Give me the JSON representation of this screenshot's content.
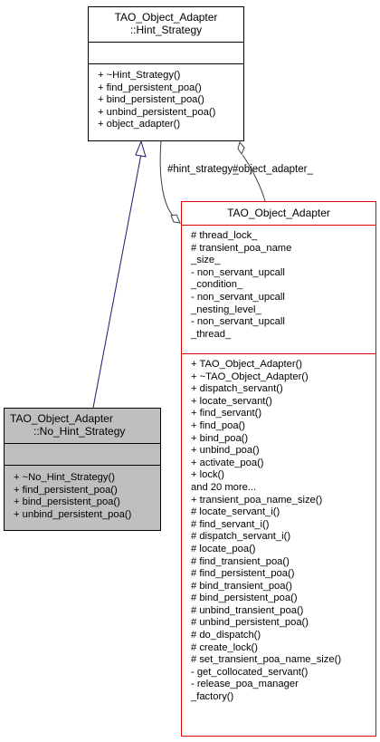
{
  "diagram": {
    "hint_strategy": {
      "title_line1": "TAO_Object_Adapter",
      "title_line2": "::Hint_Strategy",
      "attributes": [],
      "operations": [
        "+ ~Hint_Strategy()",
        "+ find_persistent_poa()",
        "+ bind_persistent_poa()",
        "+ unbind_persistent_poa()",
        "+ object_adapter()"
      ]
    },
    "no_hint_strategy": {
      "title_line1": "TAO_Object_Adapter",
      "title_line2": "::No_Hint_Strategy",
      "attributes": [],
      "operations": [
        "+ ~No_Hint_Strategy()",
        "+ find_persistent_poa()",
        "+ bind_persistent_poa()",
        "+ unbind_persistent_poa()"
      ]
    },
    "object_adapter": {
      "title": "TAO_Object_Adapter",
      "attributes": [
        "# thread_lock_",
        "# transient_poa_name",
        "_size_",
        "- non_servant_upcall",
        "_condition_",
        "- non_servant_upcall",
        "_nesting_level_",
        "- non_servant_upcall",
        "_thread_"
      ],
      "operations": [
        "+ TAO_Object_Adapter()",
        "+ ~TAO_Object_Adapter()",
        "+ dispatch_servant()",
        "+ locate_servant()",
        "+ find_servant()",
        "+ find_poa()",
        "+ bind_poa()",
        "+ unbind_poa()",
        "+ activate_poa()",
        "+ lock()",
        "and 20 more...",
        "+ transient_poa_name_size()",
        "# locate_servant_i()",
        "# find_servant_i()",
        "# dispatch_servant_i()",
        "# locate_poa()",
        "# find_transient_poa()",
        "# find_persistent_poa()",
        "# bind_transient_poa()",
        "# bind_persistent_poa()",
        "# unbind_transient_poa()",
        "# unbind_persistent_poa()",
        "# do_dispatch()",
        "# create_lock()",
        "# set_transient_poa_name_size()",
        "- get_collocated_servant()",
        "- release_poa_manager",
        "_factory()"
      ]
    },
    "edges": {
      "hint_strategy_label": "#hint_strategy_",
      "object_adapter_label": "#object_adapter_"
    },
    "colors": {
      "inheritance_arrow": "#191970",
      "association": "#404040",
      "highlight_border": "#e00000",
      "base_fill": "#bfbfbf"
    }
  }
}
